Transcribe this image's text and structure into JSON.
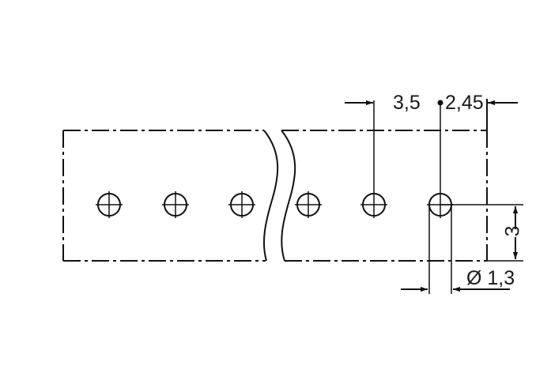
{
  "drawing": {
    "type": "pcb-hole-layout",
    "hole_count_visible": 6,
    "has_break_symbol": true,
    "stroke_color": "#111111",
    "background": "#ffffff"
  },
  "dimensions": {
    "pitch": "3,5",
    "edge_offset": "2,45",
    "row_offset": "3",
    "hole_diameter": "Ø 1,3"
  }
}
